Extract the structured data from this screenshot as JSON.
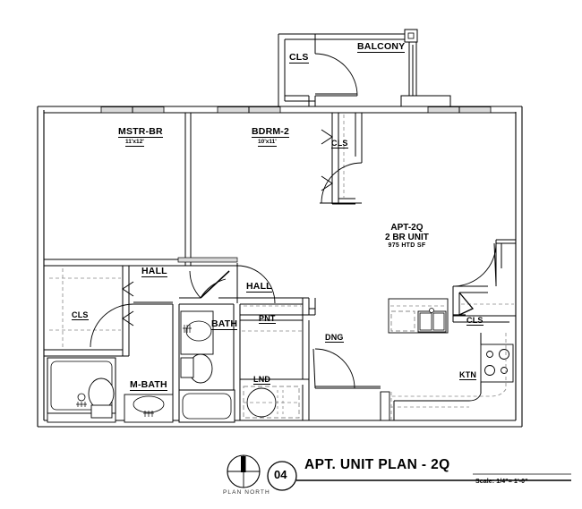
{
  "sheet": {
    "drawing_number": "04",
    "title": "APT. UNIT PLAN - 2Q",
    "scale": "Scale: 1/4\"= 1'-0\"",
    "north_label": "PLAN  NORTH"
  },
  "unit_info": {
    "name": "APT-2Q",
    "type": "2 BR UNIT",
    "area": "975  HTD  SF"
  },
  "rooms": {
    "mstr_br": {
      "label": "MSTR-BR",
      "dims": "11'x12'"
    },
    "bdrm_2": {
      "label": "BDRM-2",
      "dims": "10'x11'"
    },
    "balcony": {
      "label": "BALCONY"
    },
    "cls_balcony": {
      "label": "CLS"
    },
    "cls_bdrm2": {
      "label": "CLS"
    },
    "cls_mstr": {
      "label": "CLS"
    },
    "cls_entry": {
      "label": "CLS"
    },
    "hall_left": {
      "label": "HALL"
    },
    "hall_right": {
      "label": "HALL"
    },
    "bath": {
      "label": "BATH"
    },
    "m_bath": {
      "label": "M-BATH"
    },
    "pnt": {
      "label": "PNT"
    },
    "lnd": {
      "label": "LND"
    },
    "dng": {
      "label": "DNG"
    },
    "ktn": {
      "label": "KTN"
    }
  },
  "colors": {
    "line": "#000000",
    "wall_fill": "#d9d9d9",
    "background": "#ffffff",
    "dash": "#666666"
  }
}
